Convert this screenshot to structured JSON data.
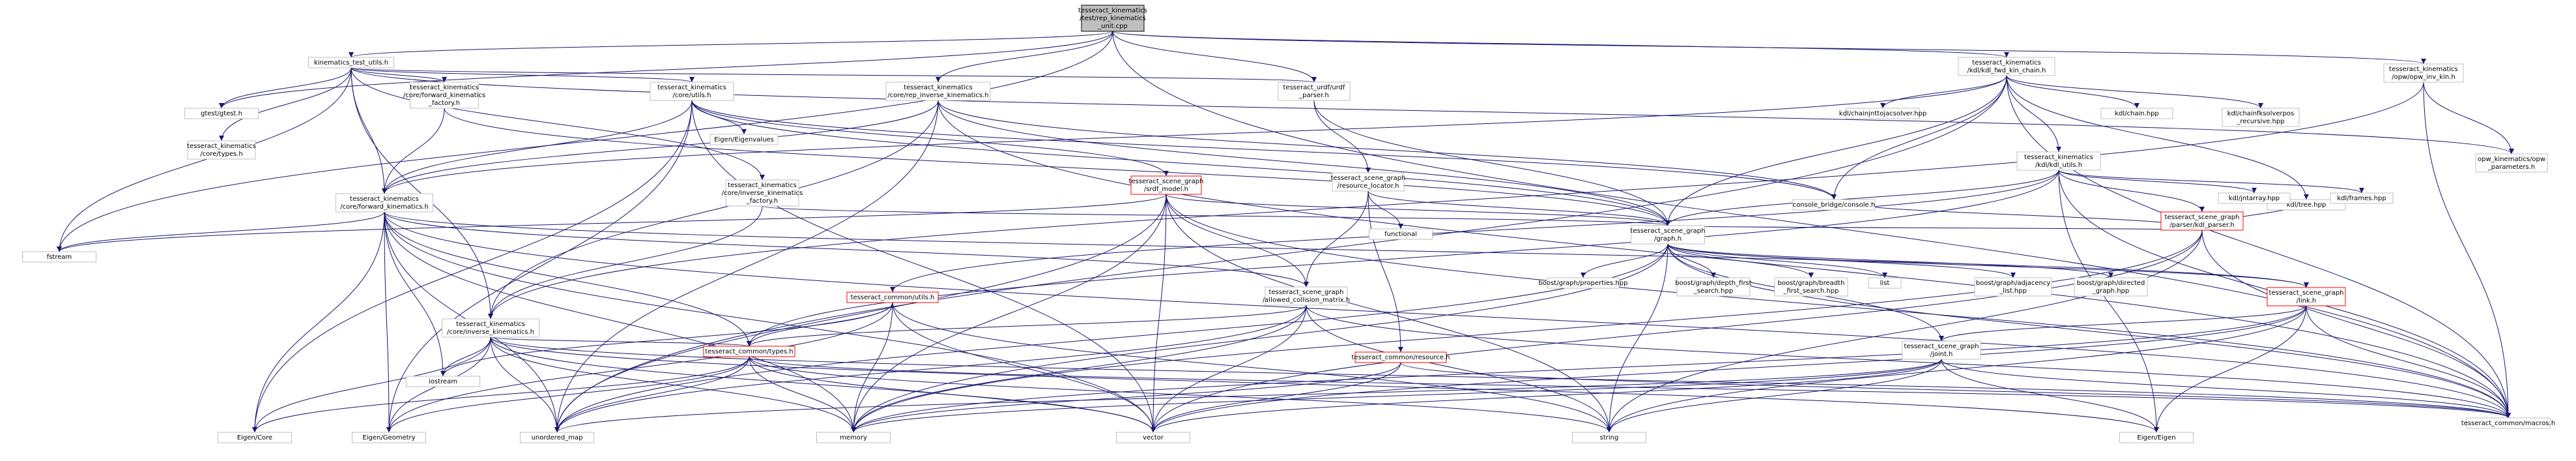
{
  "colors": {
    "node_fill": "#ffffff",
    "node_border": "#bfbfbf",
    "root_fill": "#bfbfbf",
    "root_border": "#000000",
    "highlight_border": "#ff0000",
    "edge": "#191970",
    "text": "#000000"
  },
  "nodes": [
    {
      "id": "n0",
      "lines": [
        "tesseract_kinematics",
        "/test/rep_kinematics",
        "_unit.cpp"
      ],
      "root": true
    },
    {
      "id": "n1",
      "lines": [
        "kinematics_test_utils.h"
      ]
    },
    {
      "id": "n2",
      "lines": [
        "gtest/gtest.h"
      ]
    },
    {
      "id": "n3",
      "lines": [
        "tesseract_kinematics",
        "/core/types.h"
      ]
    },
    {
      "id": "n4",
      "lines": [
        "tesseract_kinematics",
        "/core/forward_kinematics",
        "_factory.h"
      ]
    },
    {
      "id": "n5",
      "lines": [
        "tesseract_kinematics",
        "/core/utils.h"
      ]
    },
    {
      "id": "n6",
      "lines": [
        "tesseract_kinematics",
        "/core/forward_kinematics.h"
      ]
    },
    {
      "id": "n7",
      "lines": [
        "fstream"
      ]
    },
    {
      "id": "n8",
      "lines": [
        "Eigen/Eigenvalues"
      ]
    },
    {
      "id": "n9",
      "lines": [
        "tesseract_kinematics",
        "/core/inverse_kinematics",
        "_factory.h"
      ]
    },
    {
      "id": "n10",
      "lines": [
        "tesseract_kinematics",
        "/core/rep_inverse_kinematics.h"
      ]
    },
    {
      "id": "n11",
      "lines": [
        "tesseract_urdf/urdf",
        "_parser.h"
      ]
    },
    {
      "id": "n12",
      "lines": [
        "tesseract_scene_graph",
        "/srdf_model.h"
      ],
      "highlight": true
    },
    {
      "id": "n13",
      "lines": [
        "tesseract_scene_graph",
        "/resource_locator.h"
      ]
    },
    {
      "id": "n14",
      "lines": [
        "functional"
      ]
    },
    {
      "id": "n15",
      "lines": [
        "tesseract_scene_graph",
        "/graph.h"
      ]
    },
    {
      "id": "n16",
      "lines": [
        "console_bridge/console.h"
      ]
    },
    {
      "id": "n17",
      "lines": [
        "tesseract_kinematics",
        "/core/inverse_kinematics.h"
      ]
    },
    {
      "id": "n18",
      "lines": [
        "tesseract_common/utils.h"
      ],
      "highlight": true
    },
    {
      "id": "n19",
      "lines": [
        "tesseract_scene_graph",
        "/allowed_collision_matrix.h"
      ]
    },
    {
      "id": "n20",
      "lines": [
        "tesseract_common/types.h"
      ],
      "highlight": true
    },
    {
      "id": "n21",
      "lines": [
        "tesseract_common/resource.h"
      ],
      "highlight": true
    },
    {
      "id": "n22",
      "lines": [
        "tesseract_scene_graph",
        "/link.h"
      ],
      "highlight": true
    },
    {
      "id": "n23",
      "lines": [
        "tesseract_scene_graph",
        "/joint.h"
      ]
    },
    {
      "id": "n24",
      "lines": [
        "tesseract_common/macros.h"
      ]
    },
    {
      "id": "n25",
      "lines": [
        "iostream"
      ]
    },
    {
      "id": "n26",
      "lines": [
        "Eigen/Core"
      ]
    },
    {
      "id": "n27",
      "lines": [
        "Eigen/Geometry"
      ]
    },
    {
      "id": "n28",
      "lines": [
        "unordered_map"
      ]
    },
    {
      "id": "n29",
      "lines": [
        "memory"
      ]
    },
    {
      "id": "n30",
      "lines": [
        "vector"
      ]
    },
    {
      "id": "n31",
      "lines": [
        "string"
      ]
    },
    {
      "id": "n32",
      "lines": [
        "Eigen/Eigen"
      ]
    },
    {
      "id": "n33",
      "lines": [
        "boost/graph/properties.hpp"
      ]
    },
    {
      "id": "n34",
      "lines": [
        "boost/graph/depth_first",
        "_search.hpp"
      ]
    },
    {
      "id": "n35",
      "lines": [
        "boost/graph/breadth",
        "_first_search.hpp"
      ]
    },
    {
      "id": "n36",
      "lines": [
        "list"
      ]
    },
    {
      "id": "n37",
      "lines": [
        "boost/graph/adjacency",
        "_list.hpp"
      ]
    },
    {
      "id": "n38",
      "lines": [
        "boost/graph/directed",
        "_graph.hpp"
      ]
    },
    {
      "id": "n39",
      "lines": [
        "tesseract_kinematics",
        "/kdl/kdl_fwd_kin_chain.h"
      ]
    },
    {
      "id": "n40",
      "lines": [
        "kdl/chainjnttojacsolver.hpp"
      ]
    },
    {
      "id": "n41",
      "lines": [
        "tesseract_kinematics",
        "/kdl/kdl_utils.h"
      ]
    },
    {
      "id": "n42",
      "lines": [
        "kdl/chain.hpp"
      ]
    },
    {
      "id": "n43",
      "lines": [
        "kdl/chainfksolverpos",
        "_recursive.hpp"
      ]
    },
    {
      "id": "n44",
      "lines": [
        "kdl/tree.hpp"
      ]
    },
    {
      "id": "n45",
      "lines": [
        "tesseract_scene_graph",
        "/parser/kdl_parser.h"
      ],
      "highlight": true
    },
    {
      "id": "n46",
      "lines": [
        "kdl/jntarray.hpp"
      ]
    },
    {
      "id": "n47",
      "lines": [
        "kdl/frames.hpp"
      ]
    },
    {
      "id": "n48",
      "lines": [
        "tesseract_kinematics",
        "/opw/opw_inv_kin.h"
      ]
    },
    {
      "id": "n49",
      "lines": [
        "opw_kinematics/opw",
        "_parameters.h"
      ]
    }
  ],
  "edges": [
    [
      "n0",
      "n1"
    ],
    [
      "n0",
      "n10"
    ],
    [
      "n0",
      "n11"
    ],
    [
      "n0",
      "n39"
    ],
    [
      "n0",
      "n48"
    ],
    [
      "n0",
      "n2"
    ],
    [
      "n0",
      "n7"
    ],
    [
      "n0",
      "n24"
    ],
    [
      "n1",
      "n2"
    ],
    [
      "n1",
      "n3"
    ],
    [
      "n1",
      "n4"
    ],
    [
      "n1",
      "n5"
    ],
    [
      "n1",
      "n6"
    ],
    [
      "n1",
      "n9"
    ],
    [
      "n1",
      "n17"
    ],
    [
      "n1",
      "n11"
    ],
    [
      "n1",
      "n7"
    ],
    [
      "n1",
      "n49"
    ],
    [
      "n4",
      "n6"
    ],
    [
      "n4",
      "n15"
    ],
    [
      "n5",
      "n6"
    ],
    [
      "n5",
      "n8"
    ],
    [
      "n5",
      "n12"
    ],
    [
      "n5",
      "n15"
    ],
    [
      "n5",
      "n16"
    ],
    [
      "n5",
      "n26"
    ],
    [
      "n5",
      "n27"
    ],
    [
      "n5",
      "n30"
    ],
    [
      "n6",
      "n7"
    ],
    [
      "n6",
      "n25"
    ],
    [
      "n6",
      "n20"
    ],
    [
      "n6",
      "n24"
    ],
    [
      "n6",
      "n26"
    ],
    [
      "n6",
      "n27"
    ],
    [
      "n6",
      "n28"
    ],
    [
      "n6",
      "n29"
    ],
    [
      "n6",
      "n30"
    ],
    [
      "n6",
      "n19"
    ],
    [
      "n6",
      "n22"
    ],
    [
      "n9",
      "n17"
    ],
    [
      "n9",
      "n15"
    ],
    [
      "n10",
      "n6"
    ],
    [
      "n10",
      "n17"
    ],
    [
      "n10",
      "n15"
    ],
    [
      "n10",
      "n16"
    ],
    [
      "n10",
      "n28"
    ],
    [
      "n10",
      "n24"
    ],
    [
      "n11",
      "n13"
    ],
    [
      "n11",
      "n15"
    ],
    [
      "n12",
      "n7"
    ],
    [
      "n12",
      "n15"
    ],
    [
      "n12",
      "n19"
    ],
    [
      "n12",
      "n28"
    ],
    [
      "n12",
      "n29"
    ],
    [
      "n12",
      "n30"
    ],
    [
      "n12",
      "n31"
    ],
    [
      "n12",
      "n24"
    ],
    [
      "n13",
      "n14"
    ],
    [
      "n13",
      "n15"
    ],
    [
      "n13",
      "n19"
    ],
    [
      "n13",
      "n21"
    ],
    [
      "n15",
      "n33"
    ],
    [
      "n15",
      "n34"
    ],
    [
      "n15",
      "n35"
    ],
    [
      "n15",
      "n36"
    ],
    [
      "n15",
      "n37"
    ],
    [
      "n15",
      "n38"
    ],
    [
      "n15",
      "n22"
    ],
    [
      "n15",
      "n23"
    ],
    [
      "n15",
      "n24"
    ],
    [
      "n15",
      "n29"
    ],
    [
      "n15",
      "n31"
    ],
    [
      "n15",
      "n28"
    ],
    [
      "n17",
      "n25"
    ],
    [
      "n17",
      "n20"
    ],
    [
      "n17",
      "n24"
    ],
    [
      "n17",
      "n26"
    ],
    [
      "n17",
      "n27"
    ],
    [
      "n17",
      "n28"
    ],
    [
      "n17",
      "n29"
    ],
    [
      "n17",
      "n30"
    ],
    [
      "n17",
      "n32"
    ],
    [
      "n18",
      "n20"
    ],
    [
      "n18",
      "n25"
    ],
    [
      "n18",
      "n27"
    ],
    [
      "n18",
      "n29"
    ],
    [
      "n18",
      "n30"
    ],
    [
      "n18",
      "n31"
    ],
    [
      "n19",
      "n20"
    ],
    [
      "n19",
      "n24"
    ],
    [
      "n19",
      "n29"
    ],
    [
      "n19",
      "n30"
    ],
    [
      "n19",
      "n31"
    ],
    [
      "n19",
      "n28"
    ],
    [
      "n20",
      "n26"
    ],
    [
      "n20",
      "n27"
    ],
    [
      "n20",
      "n28"
    ],
    [
      "n20",
      "n29"
    ],
    [
      "n20",
      "n30"
    ],
    [
      "n20",
      "n31"
    ],
    [
      "n20",
      "n24"
    ],
    [
      "n21",
      "n24"
    ],
    [
      "n21",
      "n29"
    ],
    [
      "n21",
      "n30"
    ],
    [
      "n22",
      "n23"
    ],
    [
      "n22",
      "n24"
    ],
    [
      "n22",
      "n29"
    ],
    [
      "n22",
      "n30"
    ],
    [
      "n22",
      "n31"
    ],
    [
      "n22",
      "n32"
    ],
    [
      "n23",
      "n24"
    ],
    [
      "n23",
      "n29"
    ],
    [
      "n23",
      "n30"
    ],
    [
      "n23",
      "n31"
    ],
    [
      "n23",
      "n32"
    ],
    [
      "n23",
      "n28"
    ],
    [
      "n39",
      "n6"
    ],
    [
      "n39",
      "n15"
    ],
    [
      "n39",
      "n16"
    ],
    [
      "n39",
      "n40"
    ],
    [
      "n39",
      "n41"
    ],
    [
      "n39",
      "n42"
    ],
    [
      "n39",
      "n43"
    ],
    [
      "n39",
      "n44"
    ],
    [
      "n39",
      "n24"
    ],
    [
      "n39",
      "n28"
    ],
    [
      "n41",
      "n15"
    ],
    [
      "n41",
      "n45"
    ],
    [
      "n41",
      "n46"
    ],
    [
      "n41",
      "n47"
    ],
    [
      "n41",
      "n18"
    ],
    [
      "n41",
      "n20"
    ],
    [
      "n41",
      "n24"
    ],
    [
      "n41",
      "n32"
    ],
    [
      "n45",
      "n15"
    ],
    [
      "n45",
      "n16"
    ],
    [
      "n45",
      "n44"
    ],
    [
      "n45",
      "n24"
    ],
    [
      "n45",
      "n31"
    ],
    [
      "n45",
      "n29"
    ],
    [
      "n45",
      "n30"
    ],
    [
      "n48",
      "n17"
    ],
    [
      "n48",
      "n49"
    ],
    [
      "n48",
      "n24"
    ]
  ]
}
